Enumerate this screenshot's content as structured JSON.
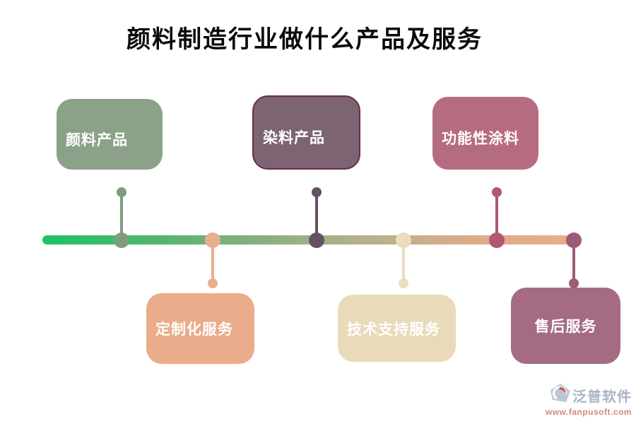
{
  "title": "颜料制造行业做什么产品及服务",
  "nodes": [
    {
      "id": "pigment-products",
      "label": "颜料产品",
      "side": "top",
      "box_color": "#8BA288",
      "accent_color": "#7E9D7D"
    },
    {
      "id": "dye-products",
      "label": "染料产品",
      "side": "top",
      "box_color": "#7D6473",
      "box_border": "#6E2C45",
      "accent_color": "#645263"
    },
    {
      "id": "functional-coatings",
      "label": "功能性涂料",
      "side": "top",
      "box_color": "#B66C80",
      "accent_color": "#B05677"
    },
    {
      "id": "customized-services",
      "label": "定制化服务",
      "side": "bottom",
      "box_color": "#EAAC8A",
      "accent_color": "#E9AE8C"
    },
    {
      "id": "technical-support-services",
      "label": "技术支持服务",
      "side": "bottom",
      "box_color": "#E9DAB9",
      "accent_color": "#EBDDBD"
    },
    {
      "id": "after-sales-service",
      "label": "售后服务",
      "side": "bottom",
      "box_color": "#A56B84",
      "accent_color": "#9A5C76"
    }
  ],
  "timeline": {
    "gradient": [
      "#1DC368",
      "#4FB56C",
      "#86AF7E",
      "#B5B18D",
      "#DDAB89",
      "#E7AF8D"
    ]
  },
  "watermark": {
    "brand": "泛普软件",
    "url": "www.fanpusoft.com",
    "brand_color": "#A5B0C5",
    "url_color": "#D2827A",
    "icon_color": "#B9C3D6",
    "icon_accent": "#C5564A"
  }
}
